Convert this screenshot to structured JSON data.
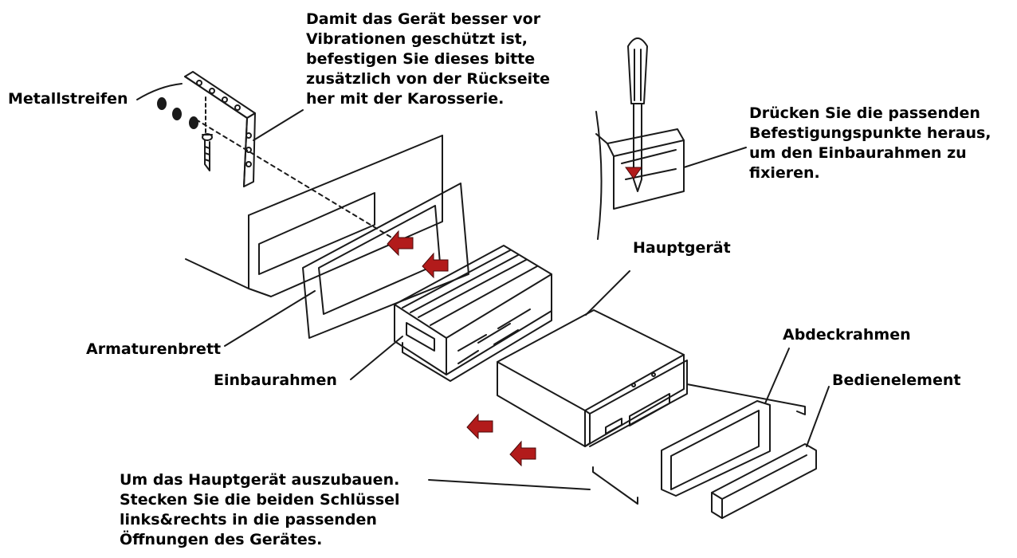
{
  "colors": {
    "line": "#1a1a1a",
    "arrow": "#b21b1b",
    "background": "#ffffff"
  },
  "labels": {
    "metallstreifen": "Metallstreifen",
    "armaturenbrett": "Armaturenbrett",
    "einbaurahmen": "Einbaurahmen",
    "hauptgeraet": "Hauptgerät",
    "abdeckrahmen": "Abdeckrahmen",
    "bedienelement": "Bedienelement"
  },
  "notes": {
    "vibration": [
      "Damit das Gerät besser vor",
      "Vibrationen geschützt ist,",
      "befestigen Sie dieses bitte",
      "zusätzlich von der Rückseite",
      "her mit der Karosserie."
    ],
    "fix": [
      "Drücken Sie die passenden",
      "Befestigungspunkte heraus,",
      "um den Einbaurahmen zu",
      "fixieren."
    ],
    "remove": [
      "Um das Hauptgerät auszubauen.",
      "Stecken Sie die beiden Schlüssel",
      "links&rechts in die passenden",
      "Öffnungen des Gerätes."
    ]
  }
}
